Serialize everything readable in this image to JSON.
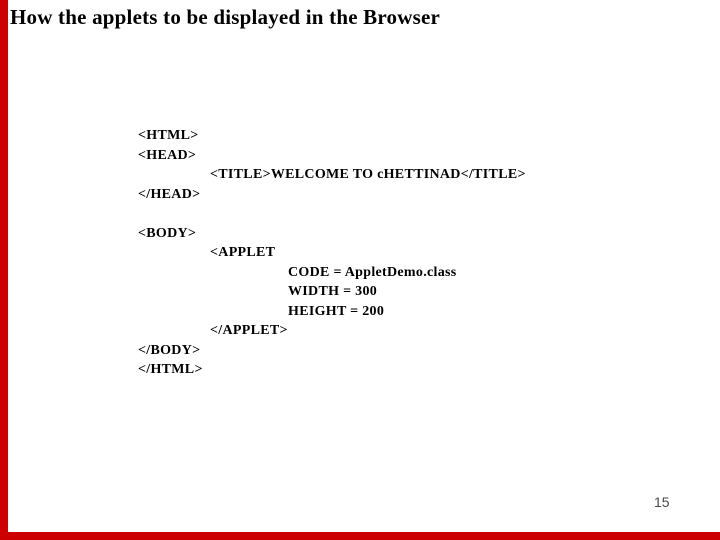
{
  "slide": {
    "title": "How the applets to be displayed in the Browser",
    "page_number": "15",
    "accent_color": "#cc0000",
    "text_color": "#000000",
    "code_lines": [
      {
        "text": "<HTML>",
        "indent": 0
      },
      {
        "text": "<HEAD>",
        "indent": 0
      },
      {
        "text": "<TITLE>WELCOME TO cHETTINAD</TITLE>",
        "indent": 1
      },
      {
        "text": "</HEAD>",
        "indent": 0
      },
      {
        "text": "",
        "indent": 0
      },
      {
        "text": "<BODY>",
        "indent": 0
      },
      {
        "text": "<APPLET",
        "indent": 1
      },
      {
        "text": "CODE = AppletDemo.class",
        "indent": 2
      },
      {
        "text": "WIDTH = 300",
        "indent": 2
      },
      {
        "text": "HEIGHT = 200",
        "indent": 2
      },
      {
        "text": "</APPLET>",
        "indent": 1
      },
      {
        "text": "</BODY>",
        "indent": 0
      },
      {
        "text": "</HTML>",
        "indent": 0
      }
    ]
  }
}
